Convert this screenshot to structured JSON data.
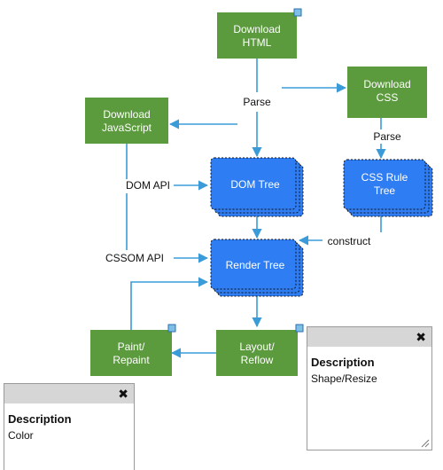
{
  "colors": {
    "green": "#5b9a3d",
    "blue": "#2f7df2",
    "arrow": "#3b9bd8"
  },
  "nodes": {
    "download_html": [
      "Download",
      "HTML"
    ],
    "download_css": [
      "Download",
      "CSS"
    ],
    "download_js": [
      "Download",
      "JavaScript"
    ],
    "dom_tree": [
      "DOM Tree"
    ],
    "cssom_tree": [
      "CSS Rule",
      "Tree"
    ],
    "render_tree": [
      "Render Tree"
    ],
    "layout": [
      "Layout/",
      "Reflow"
    ],
    "paint": [
      "Paint/",
      "Repaint"
    ]
  },
  "edge_labels": {
    "parse_html": "Parse",
    "parse_css": "Parse",
    "dom_api": "DOM API",
    "cssom_api": "CSSOM API",
    "construct": "construct"
  },
  "panels": {
    "layout_panel": {
      "close_glyph": "✖",
      "title": "Description",
      "text": "Shape/Resize"
    },
    "paint_panel": {
      "close_glyph": "✖",
      "title": "Description",
      "text": "Color"
    }
  }
}
